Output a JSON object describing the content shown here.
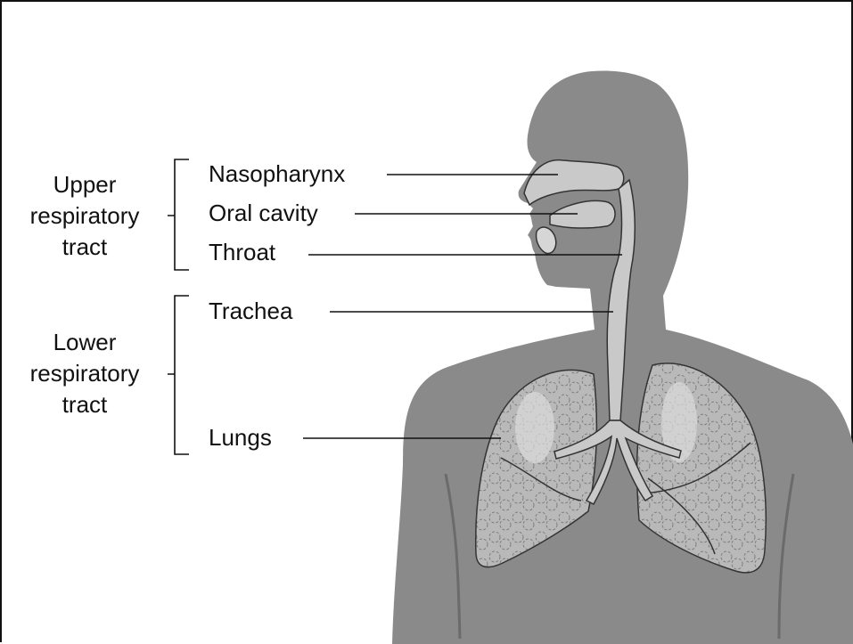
{
  "groups": {
    "upper": {
      "line1": "Upper",
      "line2": "respiratory",
      "line3": "tract"
    },
    "lower": {
      "line1": "Lower",
      "line2": "respiratory",
      "line3": "tract"
    }
  },
  "labels": {
    "nasopharynx": "Nasopharynx",
    "oral_cavity": "Oral cavity",
    "throat": "Throat",
    "trachea": "Trachea",
    "lungs": "Lungs"
  },
  "colors": {
    "silhouette": "#8a8a8a",
    "airway": "#c9c9c9",
    "lung": "#b9b9b9",
    "ink": "#111111"
  }
}
